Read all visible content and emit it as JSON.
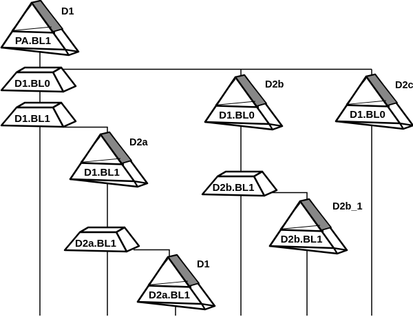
{
  "diagram": {
    "colors": {
      "shade": "#878787",
      "line": "#000000",
      "fill": "#ffffff"
    },
    "nodes": [
      {
        "type": "pyramid",
        "label": "PA.BL1",
        "tag": "D1"
      },
      {
        "type": "slab",
        "label": "D1.BL0"
      },
      {
        "type": "slab",
        "label": "D1.BL1"
      },
      {
        "type": "pyramid",
        "label": "D1.BL1",
        "tag": "D2a"
      },
      {
        "type": "slab",
        "label": "D2a.BL1"
      },
      {
        "type": "pyramid",
        "label": "D2a.BL1",
        "tag": "D1"
      },
      {
        "type": "pyramid",
        "label": "D1.BL0",
        "tag": "D2b"
      },
      {
        "type": "slab",
        "label": "D2b.BL1"
      },
      {
        "type": "pyramid",
        "label": "D2b.BL1",
        "tag": "D2b_1"
      },
      {
        "type": "pyramid",
        "label": "D1.BL0",
        "tag": "D2c"
      }
    ]
  }
}
